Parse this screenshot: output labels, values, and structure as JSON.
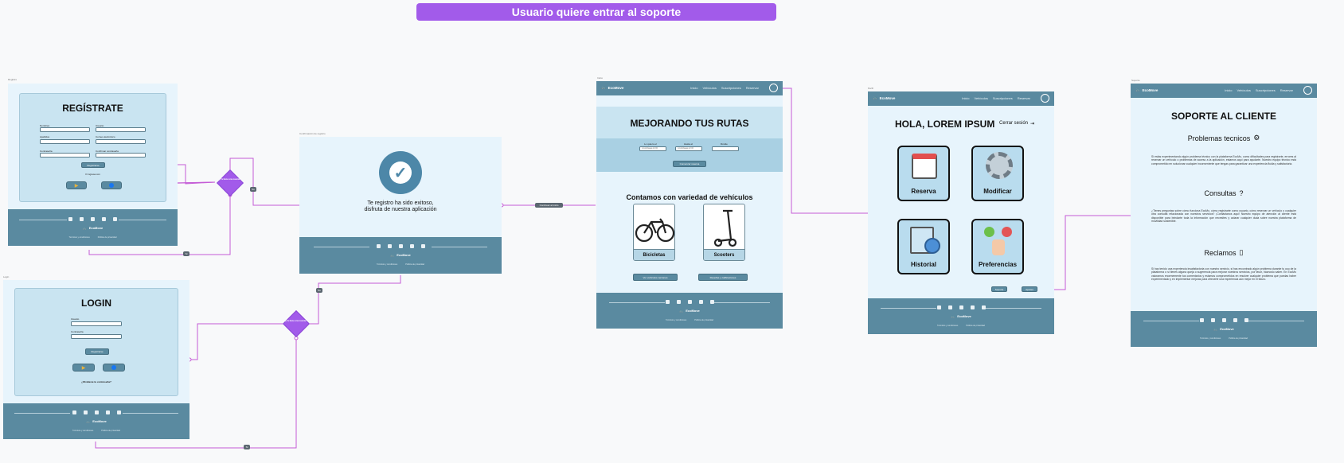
{
  "banner": {
    "title": "Usuario quiere entrar al soporte",
    "color": "#a25bea"
  },
  "frame_labels": {
    "register": "Registro",
    "login": "Login",
    "confirm": "Confirmación de registro",
    "home": "Inicio",
    "user": "Perfil",
    "support": "Soporte"
  },
  "register": {
    "title": "REGÍSTRATE",
    "fields": {
      "nombres": "Nombres",
      "usuario": "Usuario",
      "apellidos": "Apellidos",
      "correo": "Correo electrónico",
      "contrasena": "Contraseña",
      "confirmar": "Confirmar contraseña"
    },
    "button": "Registrarse",
    "alt": "O ingresa con"
  },
  "login": {
    "title": "LOGIN",
    "usuario": "Usuario",
    "contrasena": "Contraseña",
    "button": "Registrarse",
    "forgot": "¿Olvidaste tu contraseña?"
  },
  "decision": {
    "text": "¿Ya tiene una cuenta?"
  },
  "tags": {
    "no": "No",
    "si": "Sí",
    "continue": "Continuar al inicio"
  },
  "confirm": {
    "line1": "Te registro ha sido exitoso,",
    "line2": "disfruta de nuestra aplicación"
  },
  "brand": "EcoMove",
  "footer": {
    "link1": "Términos y condiciones",
    "link2": "Política de privacidad"
  },
  "nav": {
    "inicio": "Inicio",
    "vehiculos": "Vehículos",
    "suscripciones": "Suscripciones",
    "reservar": "Reservar"
  },
  "home": {
    "hero": "MEJORANDO TUS RUTAS",
    "pickup_label": "Lo quiero el",
    "return_label": "Hasta el",
    "place_label": "Dónde",
    "date_placeholder": "mm/dd/aaaa 12:00",
    "cta": "Comenzar reserva",
    "variety": "Contamos con variedad de vehículos",
    "bikes": "Bicicletas",
    "scooters": "Scooters",
    "btn_vehicles": "Ver vehículos cercanos",
    "btn_reviews": "Reseñas y calificaciones"
  },
  "user": {
    "greeting": "HOLA, LOREM IPSUM",
    "logout": "Cerrar sesión",
    "tiles": [
      "Reserva",
      "Modificar",
      "Historial",
      "Preferencias"
    ],
    "support_btn": "Soporte",
    "other_btn": "Ajustes"
  },
  "support": {
    "title": "SOPORTE AL CLIENTE",
    "s1": "Problemas tecnicos",
    "p1": "Si estás experimentando algún problema técnico con la plataforma EcoMo, como dificultades para registrarte, errores al reservar un vehículo o problemas de acceso a la aplicación, estamos aquí para ayudarte. Nuestro equipo técnico está comprometido en solucionar cualquier inconveniente que tengas para garantizar una experiencia fluida y satisfactoria.",
    "s2": "Consultas",
    "p2": "¿Tienes preguntas sobre cómo funciona EcoMo, cómo registrarte como usuario, cómo reservar un vehículo o cualquier otra consulta relacionada con nuestros servicios? ¡Contáctanos aquí! Nuestro equipo de atención al cliente está disponible para brindarte toda la información que necesites y aclarar cualquier duda sobre nuestra plataforma de movilidad sostenible.",
    "s3": "Reclamos",
    "p3": "Si has tenido una experiencia insatisfactoria con nuestro servicio, si has encontrado algún problema durante tu uso de la plataforma o si tienes alguna queja o sugerencia para mejorar nuestros servicios, por favor, háznoslo saber. En EcoMo valoramos enormemente tus comentarios y estamos comprometidos en resolver cualquier problema que puedas haber experimentado y en implementar mejoras para ofrecerte una experiencia aún mejor en el futuro."
  },
  "colors": {
    "frame": "#e7f4fc",
    "footer": "#5a8aa0",
    "connector": "#c45cd6",
    "accent": "#a25bea"
  }
}
